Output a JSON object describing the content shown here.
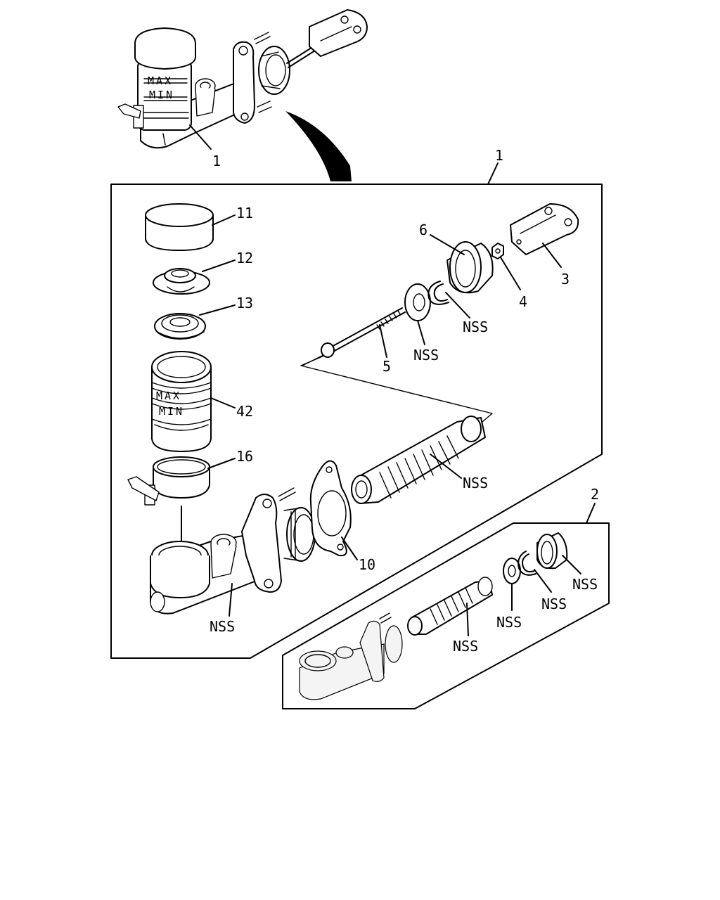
{
  "diagram": {
    "assembly_markings": {
      "max": "MAX",
      "min": "MIN"
    },
    "callouts": {
      "c_1_top": "1",
      "c_1_box": "1",
      "c_11": "11",
      "c_12": "12",
      "c_13": "13",
      "c_42": "42",
      "c_16": "16",
      "c_6": "6",
      "c_3": "3",
      "c_4": "4",
      "c_5": "5",
      "c_nss_ring": "NSS",
      "c_nss_washer": "NSS",
      "c_nss_spring": "NSS",
      "c_10": "10",
      "c_nss_body": "NSS",
      "c_2": "2",
      "c_nss_kit_cup": "NSS",
      "c_nss_kit_clip": "NSS",
      "c_nss_kit_washer": "NSS",
      "c_nss_kit_spring": "NSS"
    }
  }
}
